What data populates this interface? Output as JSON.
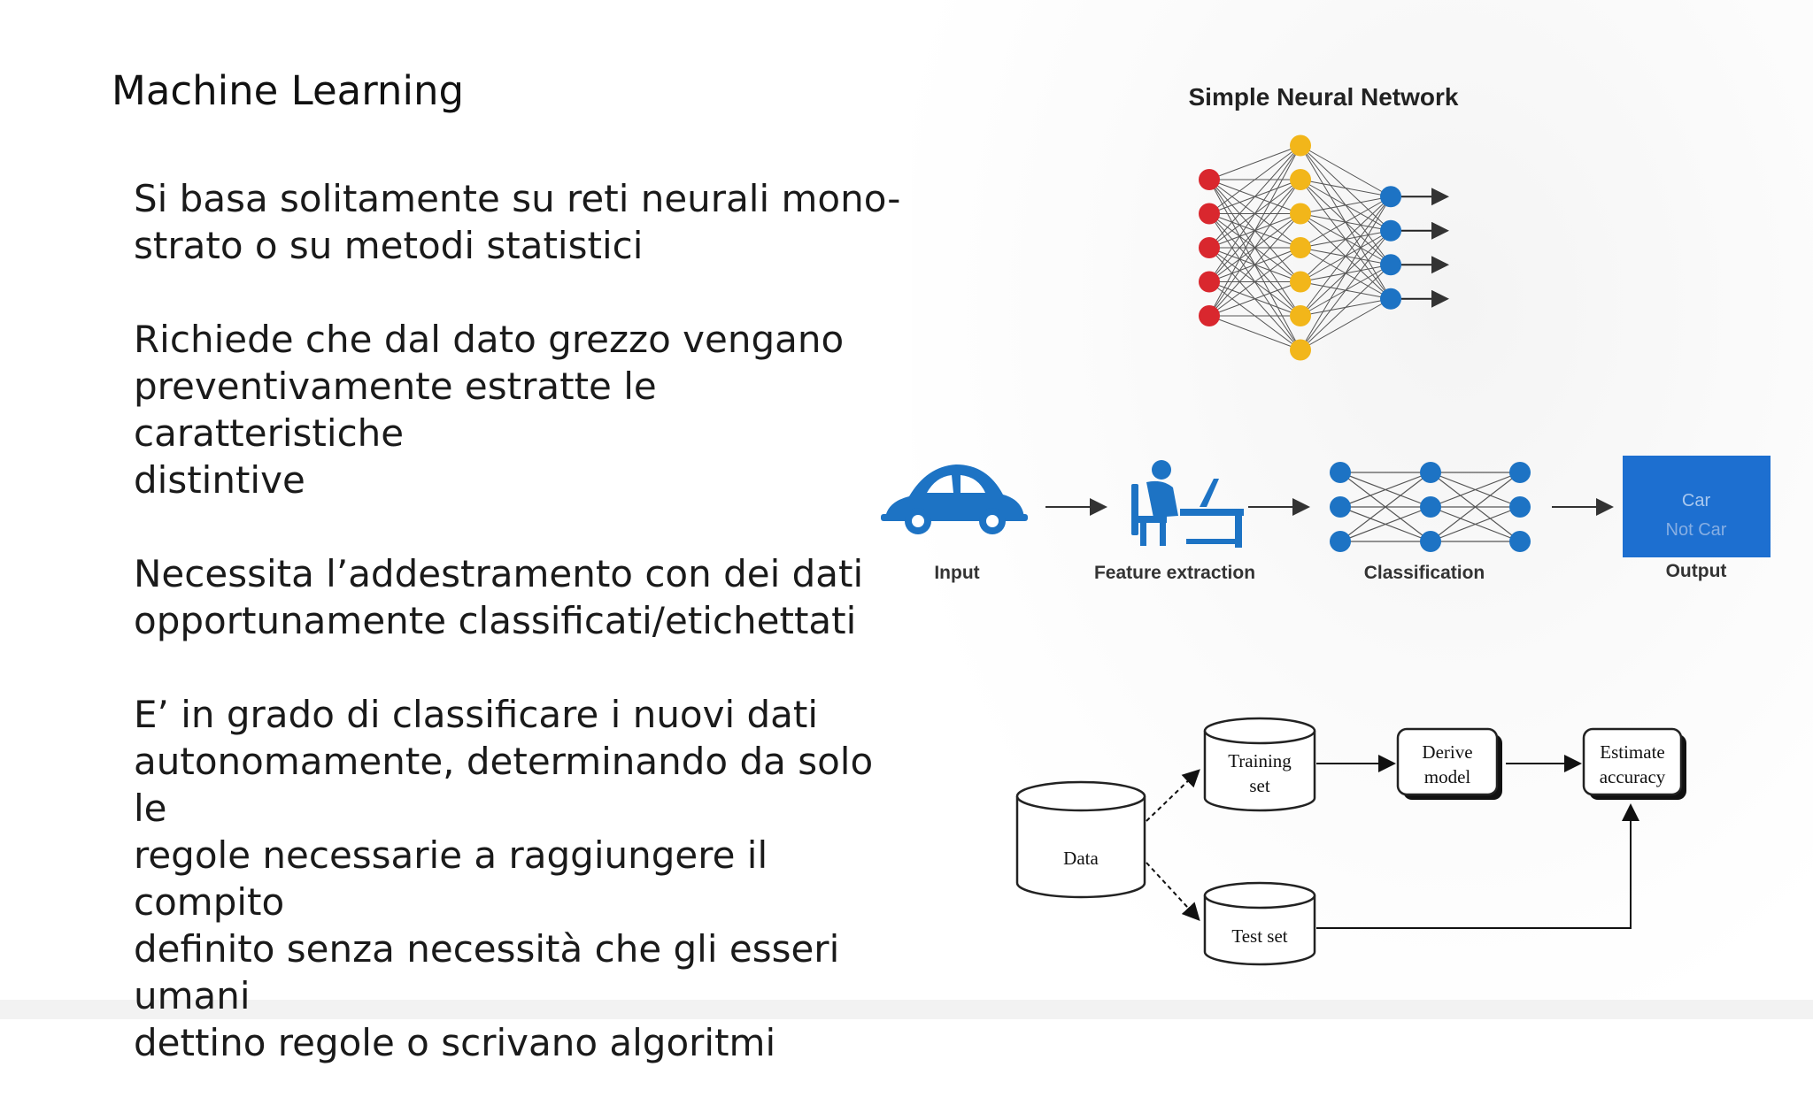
{
  "slide": {
    "title": "Machine Learning",
    "bullets": [
      "Si basa solitamente su reti neurali mono-\nstrato o su metodi statistici",
      "Richiede che dal dato grezzo vengano\npreventivamente estratte le caratteristiche\ndistintive",
      "Necessita l’addestramento con dei dati\nopportunamente classificati/etichettati",
      "E’ in grado di classificare i nuovi dati\nautonomamente, determinando da solo le\nregole necessarie a raggiungere il compito\ndefinito senza necessità che gli esseri umani\ndettino regole o scrivano algoritmi"
    ]
  },
  "neural_network": {
    "title": "Simple Neural Network",
    "layers": [
      {
        "nodes": 5,
        "color": "#d9272e"
      },
      {
        "nodes": 7,
        "color": "#f2b61a"
      },
      {
        "nodes": 4,
        "color": "#1d73c4"
      }
    ]
  },
  "pipeline": {
    "steps": [
      "Input",
      "Feature extraction",
      "Classification",
      "Output"
    ],
    "output_box": {
      "line1": "Car",
      "line2": "Not Car",
      "color": "#1d6fd0"
    },
    "icons": [
      "car-icon",
      "person-at-desk-icon",
      "network-icon"
    ],
    "node_color": "#1d73c4"
  },
  "flowchart": {
    "data": "Data",
    "training_set": [
      "Training",
      "set"
    ],
    "test_set": "Test set",
    "derive_model": [
      "Derive",
      "model"
    ],
    "estimate_accuracy": [
      "Estimate",
      "accuracy"
    ]
  }
}
